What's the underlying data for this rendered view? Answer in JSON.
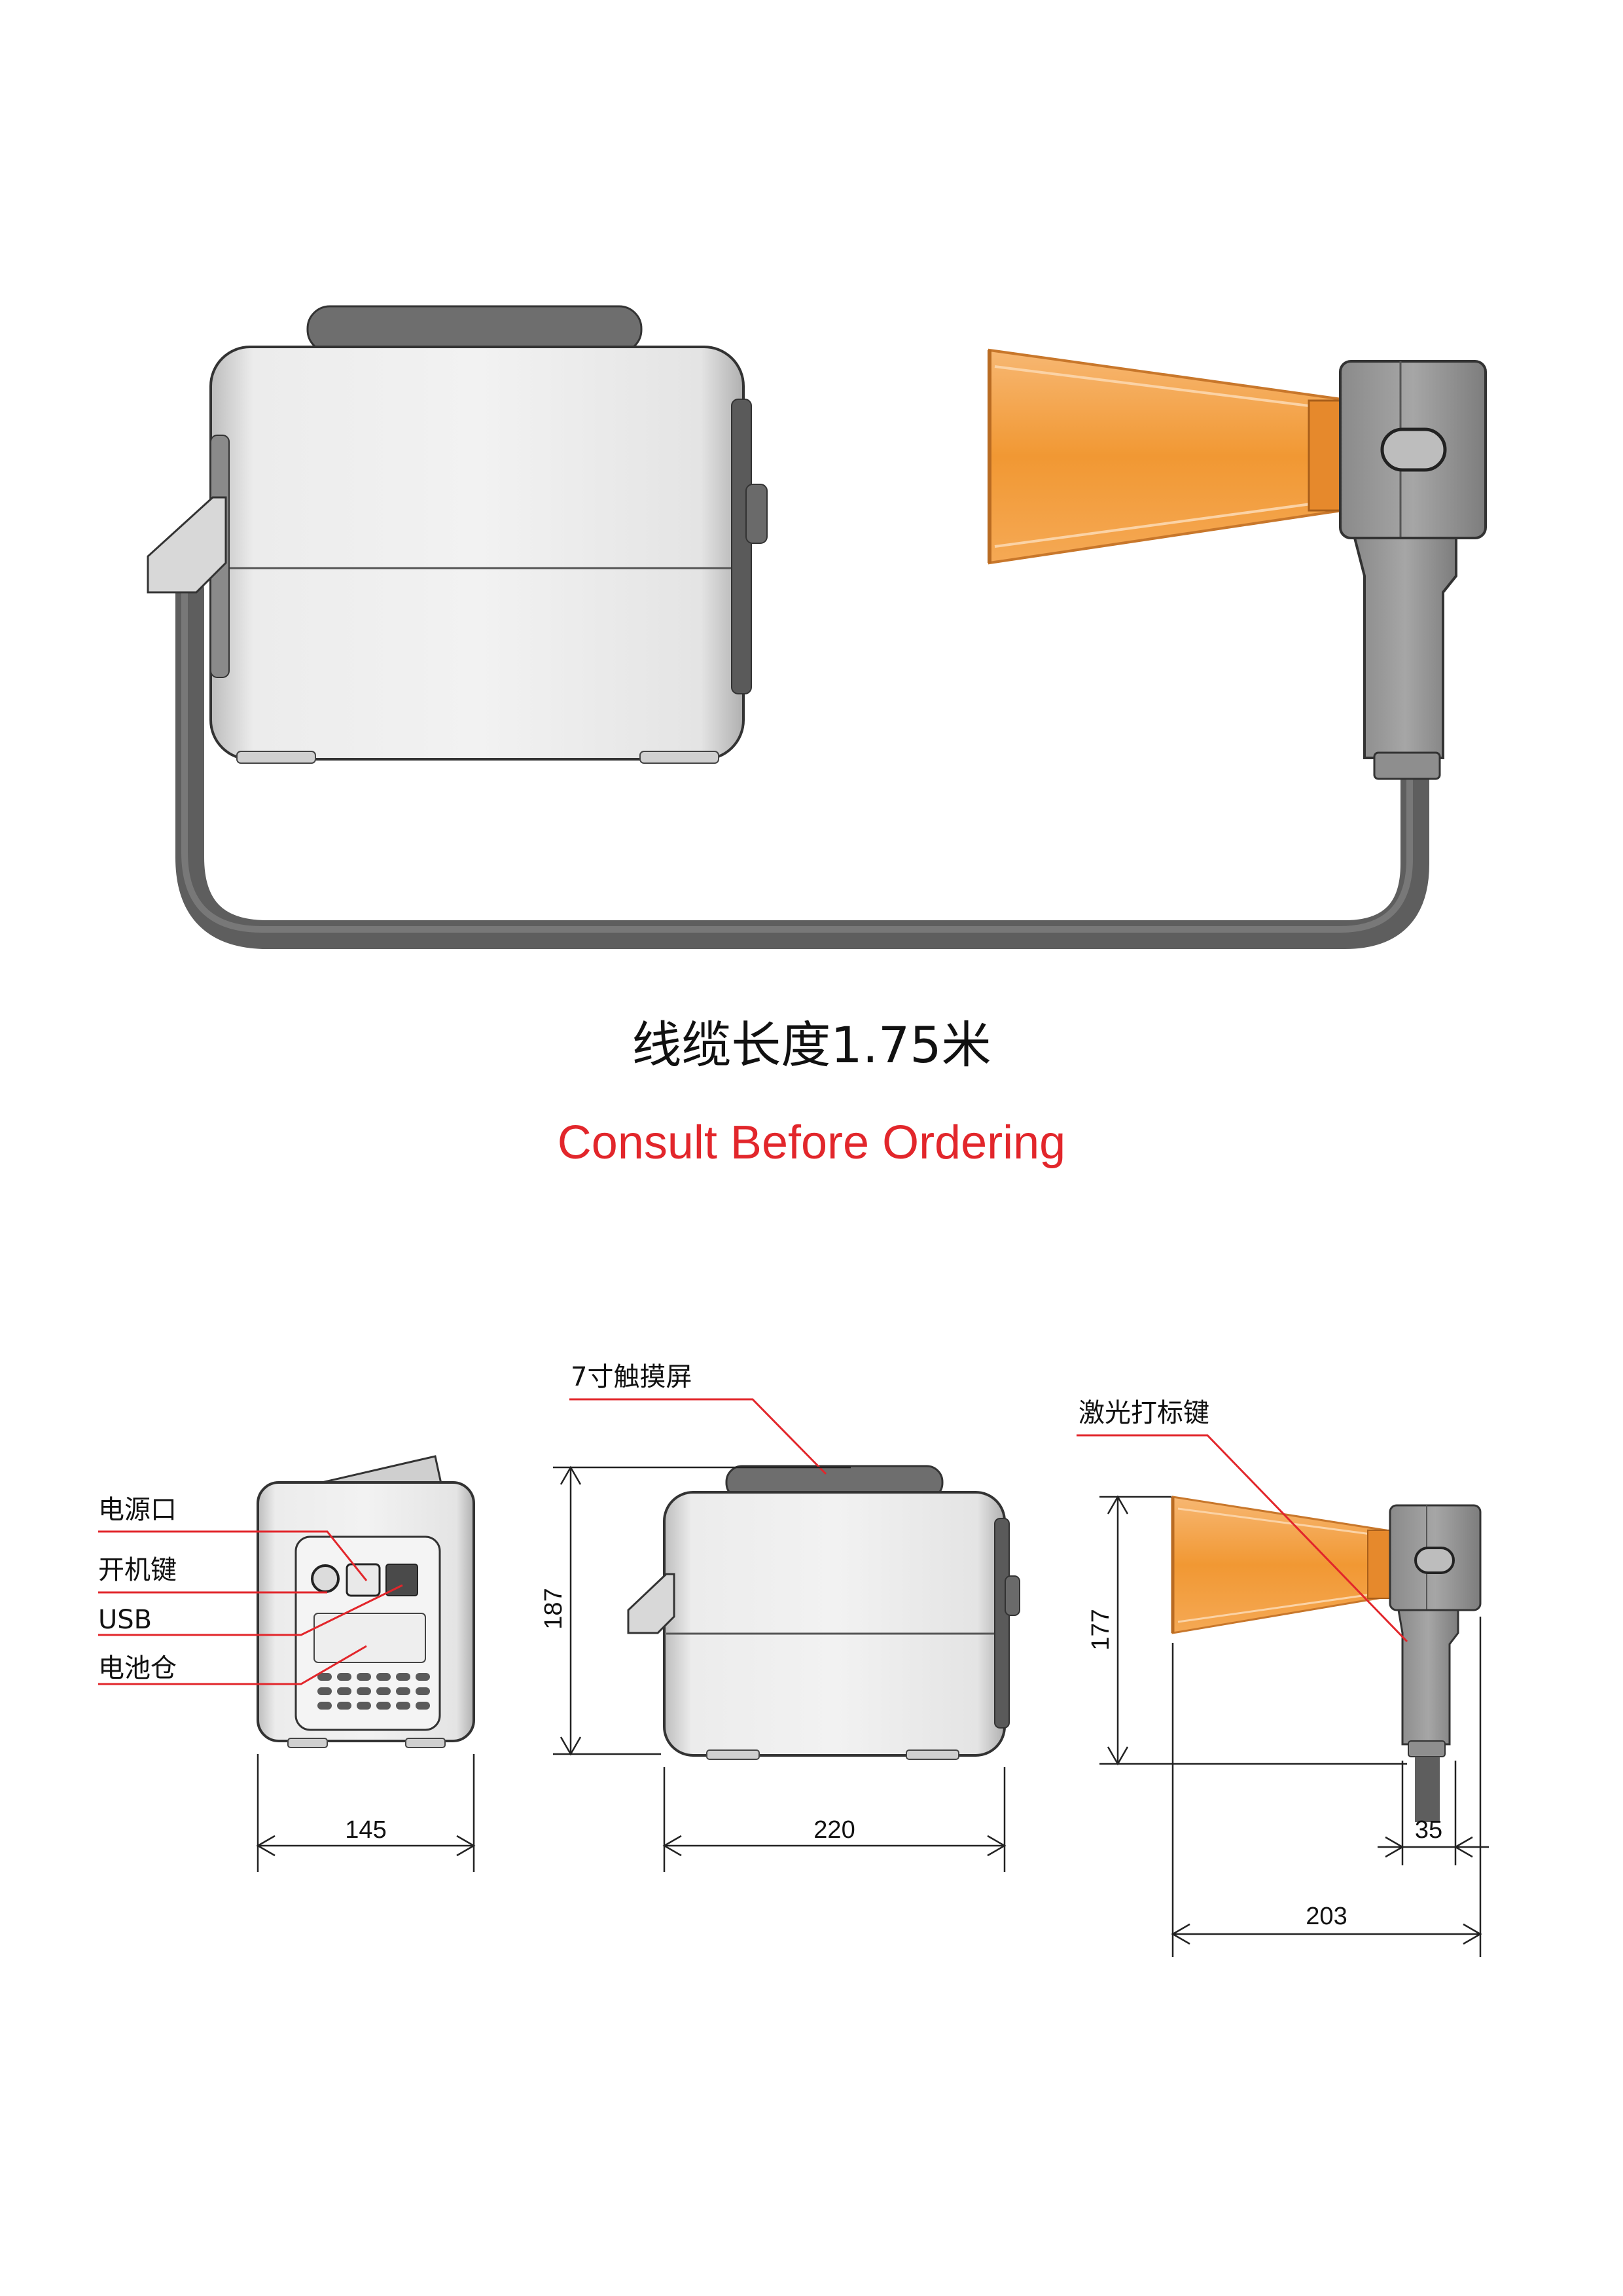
{
  "cable_caption": "线缆长度1.75米",
  "consult_note": "Consult Before Ordering",
  "callouts": {
    "touchscreen": "7寸触摸屏",
    "laser_mark_key": "激光打标键",
    "power_port": "电源口",
    "power_key": "开机键",
    "usb": "USB",
    "battery": "电池仓"
  },
  "dimensions": {
    "side_width": "145",
    "front_width": "220",
    "front_height": "187",
    "head_height": "177",
    "head_width": "203",
    "handle_width": "35"
  },
  "colors": {
    "cone": "#f19833",
    "body": "#e4e4e4",
    "cable": "#5e5e5e",
    "accent": "#e2262b"
  }
}
